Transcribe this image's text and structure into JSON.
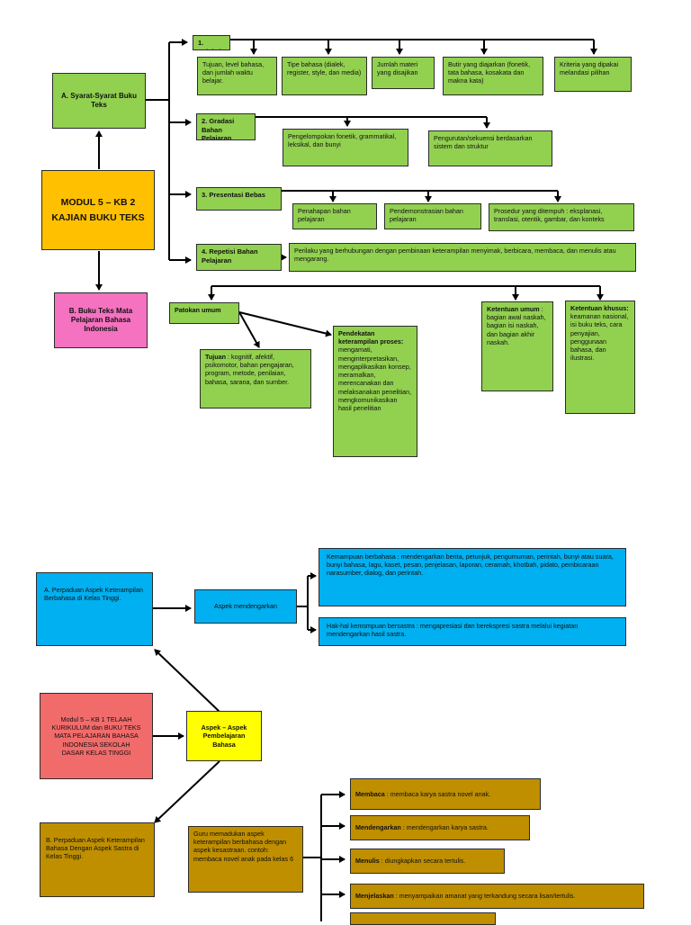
{
  "top": {
    "modul": {
      "line1": "MODUL 5 – KB 2",
      "line2": "KAJIAN BUKU TEKS"
    },
    "syarat": "A. Syarat-Syarat Buku Teks",
    "buku_teks": "B. Buku Teks Mata Pelajaran Bahasa Indonesia",
    "seleksi": {
      "title": "1.  Seleksi",
      "items": [
        "Tujuan, level bahasa, dan jumlah waktu belajar.",
        "Tipe bahasa (dialek, register, style, dan media)",
        "Jumlah materi yang disajikan",
        "Butir yang diajarkan (fonetik, tata bahasa, kosakata dan makna kata)",
        "Kriteria yang dipakai melandasi pilihan"
      ]
    },
    "gradasi": {
      "title": "2.  Gradasi Bahan Pelajaran",
      "items": [
        "Pengelompokan fonetik, grammatikal, leksikal, dan bunyi",
        "Pengurutan/sekuensi berdasarkan sistem dan struktur"
      ]
    },
    "presentasi": {
      "title": "3.  Presentasi Bebas",
      "items": [
        "Penahapan bahan pelajaran",
        "Pendemonstrasian bahan pelajaran",
        "Prosedur yang ditempuh : eksplanasi, translasi, otentik, gambar, dan konteks"
      ]
    },
    "repetisi": {
      "title": "4.  Repetisi Bahan Pelajaran",
      "item": "Perilaku yang berhubungan dengan pembinaan keterampilan menyimak, berbicara, membaca, dan menulis atau mengarang."
    },
    "patokan": "Patokan umum",
    "tujuan": {
      "label": "Tujuan",
      "text": " : kognitif, afektif, psikomotor, bahan pengajaran, program, metode, penilaian, bahasa, sarana, dan sumber."
    },
    "pendekatan": {
      "label": "Pendekatan keterampilan proses:",
      "text": "mengamati, menginterpretasikan, mengaplikasikan konsep, meramalkan, merencanakan dan melaksanakan penelitian, mengkomunikasikan hasil penelitian"
    },
    "ketentuan_umum": {
      "label": "Ketentuan umum",
      "text": " : bagian awal naskah, bagian isi naskah, dan bagian akhir naskah."
    },
    "ketentuan_khusus": {
      "label": "Ketentuan khusus:",
      "text": "keamanan nasional, isi buku teks, cara penyajian, penggunaan bahasa, dan ilustrasi."
    }
  },
  "bottom": {
    "perpaduan_a": "A.   Perpaduan Aspek Keterampilan Berbahasa di Kelas Tinggi.",
    "aspek_mendengarkan": "Aspek mendengarkan",
    "kemampuan": "Kemampuan berbahasa : mendengarkan berita, petunjuk, pengumuman, perintah, bunyi atau suara, bunyi bahasa, lagu, kaset, pesan, penjelasan, laporan, ceramah, khotbah, pidato, pembicaraan narasumber, dialog, dan perintah.",
    "hal_hal": "Hak-hal kemsmpuan bersastra : mengapresiasi dan berekspresi sastra melalui kegiatan mendengarkan hasil sastra.",
    "modul_kb1": "Modul 5 – KB 1 TELAAH KURIKULUM dan BUKU TEKS MATA PELAJARAN BAHASA INDONESIA SEKOLAH DASAR KELAS TINGGI",
    "aspek_pembelajaran": "Aspek – Aspek Pembelajaran Bahasa",
    "perpaduan_b": "B. Perpaduan Aspek Keterampilan Bahasa Dengan Aspek Sastra di Kelas Tinggi.",
    "guru": "Guru memadukan aspek keterampilan berbahasa dengan aspek kesastraan. contoh: membaca novel anak pada kelas 6",
    "membaca": {
      "label": "Membaca",
      "text": " : membaca karya sastra novel anak."
    },
    "mendengarkan": {
      "label": "Mendengarkan",
      "text": " : mendengarkan karya sastra."
    },
    "menulis": {
      "label": "Menulis",
      "text": " : diungkapkan secara tertulis."
    },
    "menjelaskan": {
      "label": "Menjelaskan",
      "text": " : menyampaikan amanat yang terkandung secara lisan/tertulis."
    }
  },
  "colors": {
    "green": "#92d050",
    "orange": "#ffc000",
    "pink": "#f472c0",
    "blue": "#00b0f0",
    "red": "#f26b6b",
    "yellow": "#ffff00",
    "olive": "#bf8f00"
  }
}
